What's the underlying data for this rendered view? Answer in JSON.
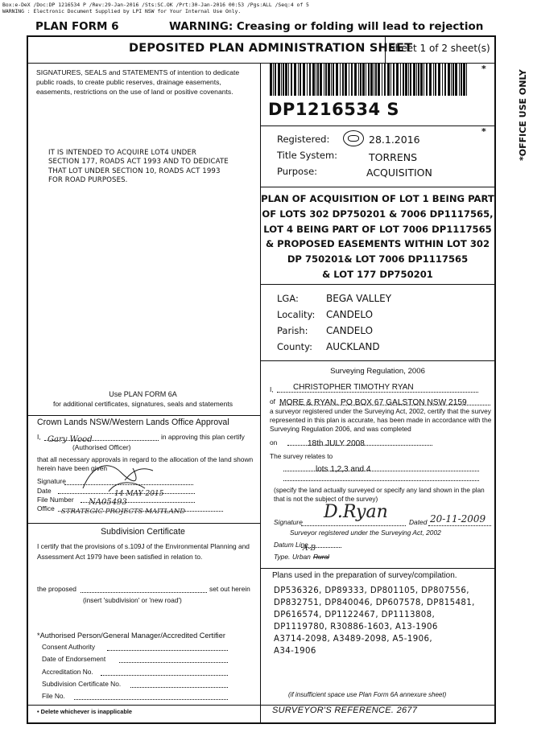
{
  "header_meta": {
    "line1": "Box:e-DeX /Doc:DP 1216534 P /Rev:29-Jan-2016 /Sts:SC.OK /Prt:30-Jan-2016 00:53 /Pgs:ALL /Seq:4 of 5",
    "line2": "WARNING : Electronic Document Supplied by LPI NSW for Your Internal Use Only."
  },
  "form_title": "PLAN FORM 6",
  "warning": "WARNING: Creasing or folding will lead to rejection",
  "sheet_title": "DEPOSITED PLAN ADMINISTRATION SHEET",
  "sheet_no": "Sheet  1  of  2  sheet(s)",
  "office_use": "*OFFICE USE ONLY",
  "signatures_note": "SIGNATURES, SEALS and STATEMENTS of intention to dedicate public roads, to create public reserves, drainage easements, easements, restrictions on the use of land or positive covenants.",
  "intent_statement": "IT IS INTENDED TO ACQUIRE LOT4 UNDER SECTION 177, ROADS ACT 1993 AND TO DEDICATE THAT LOT UNDER SECTION 10, ROADS ACT 1993 FOR ROAD PURPOSES.",
  "dp_number": "DP1216534 S",
  "registered_label": "Registered:",
  "registered_date": "28.1.2016",
  "title_system_label": "Title System:",
  "title_system": "TORRENS",
  "purpose_label": "Purpose:",
  "purpose": "ACQUISITION",
  "plan_title_lines": [
    "PLAN OF ACQUISITION OF LOT 1 BEING PART",
    "OF LOTS 302 DP750201 & 7006 DP1117565,",
    "LOT 4 BEING PART OF LOT 7006 DP1117565",
    "& PROPOSED EASEMENTS WITHIN LOT 302",
    "DP 750201& LOT 7006 DP1117565",
    "& LOT 177 DP750201"
  ],
  "lga_label": "LGA:",
  "lga": "BEGA VALLEY",
  "locality_label": "Locality:",
  "locality": "CANDELO",
  "parish_label": "Parish:",
  "parish": "CANDELO",
  "county_label": "County:",
  "county": "AUCKLAND",
  "use_form_6a": "Use PLAN FORM 6A",
  "use_form_6a_sub": "for additional certificates, signatures, seals and statements",
  "crown_title": "Crown Lands NSW/Western Lands Office Approval",
  "crown_i": "I,",
  "crown_officer": "Gary Wood",
  "crown_approving": "in approving this plan certify",
  "crown_authorised": "(Authorised Officer)",
  "crown_text": "that all necessary approvals in regard to the allocation of the land shown herein have been given",
  "crown_signature_label": "Signature",
  "crown_date_label": "Date",
  "crown_date": "14 MAY 2015",
  "crown_file_label": "File Number",
  "crown_file": "NA05493",
  "crown_office_label": "Office",
  "crown_office": "STRATEGIC PROJECTS MAITLAND",
  "subdivision_title": "Subdivision Certificate",
  "subdivision_text": "I certify that the provisions of s.109J of the Environmental Planning and Assessment Act 1979 have been satisfied in relation to.",
  "proposed_label": "the proposed",
  "set_out_label": "set out herein",
  "insert_label": "(insert 'subdivision' or 'new road')",
  "authorised_person": "*Authorised Person/General Manager/Accredited Certifier",
  "consent_label": "Consent Authority",
  "endorsement_label": "Date of Endorsement",
  "accreditation_label": "Accreditation No.",
  "subcert_label": "Subdivision Certificate No.",
  "fileno_label": "File No.",
  "delete_note": "• Delete whichever is inapplicable",
  "surveying_reg": "Surveying  Regulation, 2006",
  "surveyor_i": "I,",
  "surveyor_name": "CHRISTOPHER TIMOTHY RYAN",
  "surveyor_of": "of",
  "surveyor_address": "MORE & RYAN, PO BOX 67 GALSTON NSW 2159",
  "surveyor_text": "a surveyor registered under the Surveying Act, 2002, certify that the survey represented in this plan is accurate, has been made in accordance with the Surveying Regulation 2006, and was completed",
  "surveyor_on": "on",
  "survey_date": "18th JULY 2008",
  "survey_relates": "The survey relates to",
  "survey_lots": "lots 1,2,3 and 4",
  "specify_note": "(specify the land actually surveyed or specify any land shown in the plan that is not the subject of the survey)",
  "signature_label": "Signature",
  "signature_mark": "D.Ryan",
  "dated_label": "Dated",
  "dated_value": "20-11-2009",
  "surveyor_registered": "Surveyor registered under the Surveying Act, 2002",
  "datum_label": "Datum Line",
  "datum_value": "A-B",
  "type_label": "Type.",
  "type_urban": "Urban",
  "type_rural": "Rural",
  "plans_used_title": "Plans used in the preparation of survey/compilation.",
  "plans_used_lines": [
    "DP536326, DP89333, DP801105, DP807556,",
    "DP832751, DP840046, DP607578, DP815481,",
    "DP616574, DP1122467, DP1113808,",
    "DP1119780, R30886-1603, A13-1906",
    "A3714-2098, A3489-2098, A5-1906,",
    "A34-1906"
  ],
  "insufficient_note": "(if insufficient space use Plan Form 6A annexure sheet)",
  "surveyor_reference": "SURVEYOR'S REFERENCE.  2677",
  "asterisk": "*"
}
